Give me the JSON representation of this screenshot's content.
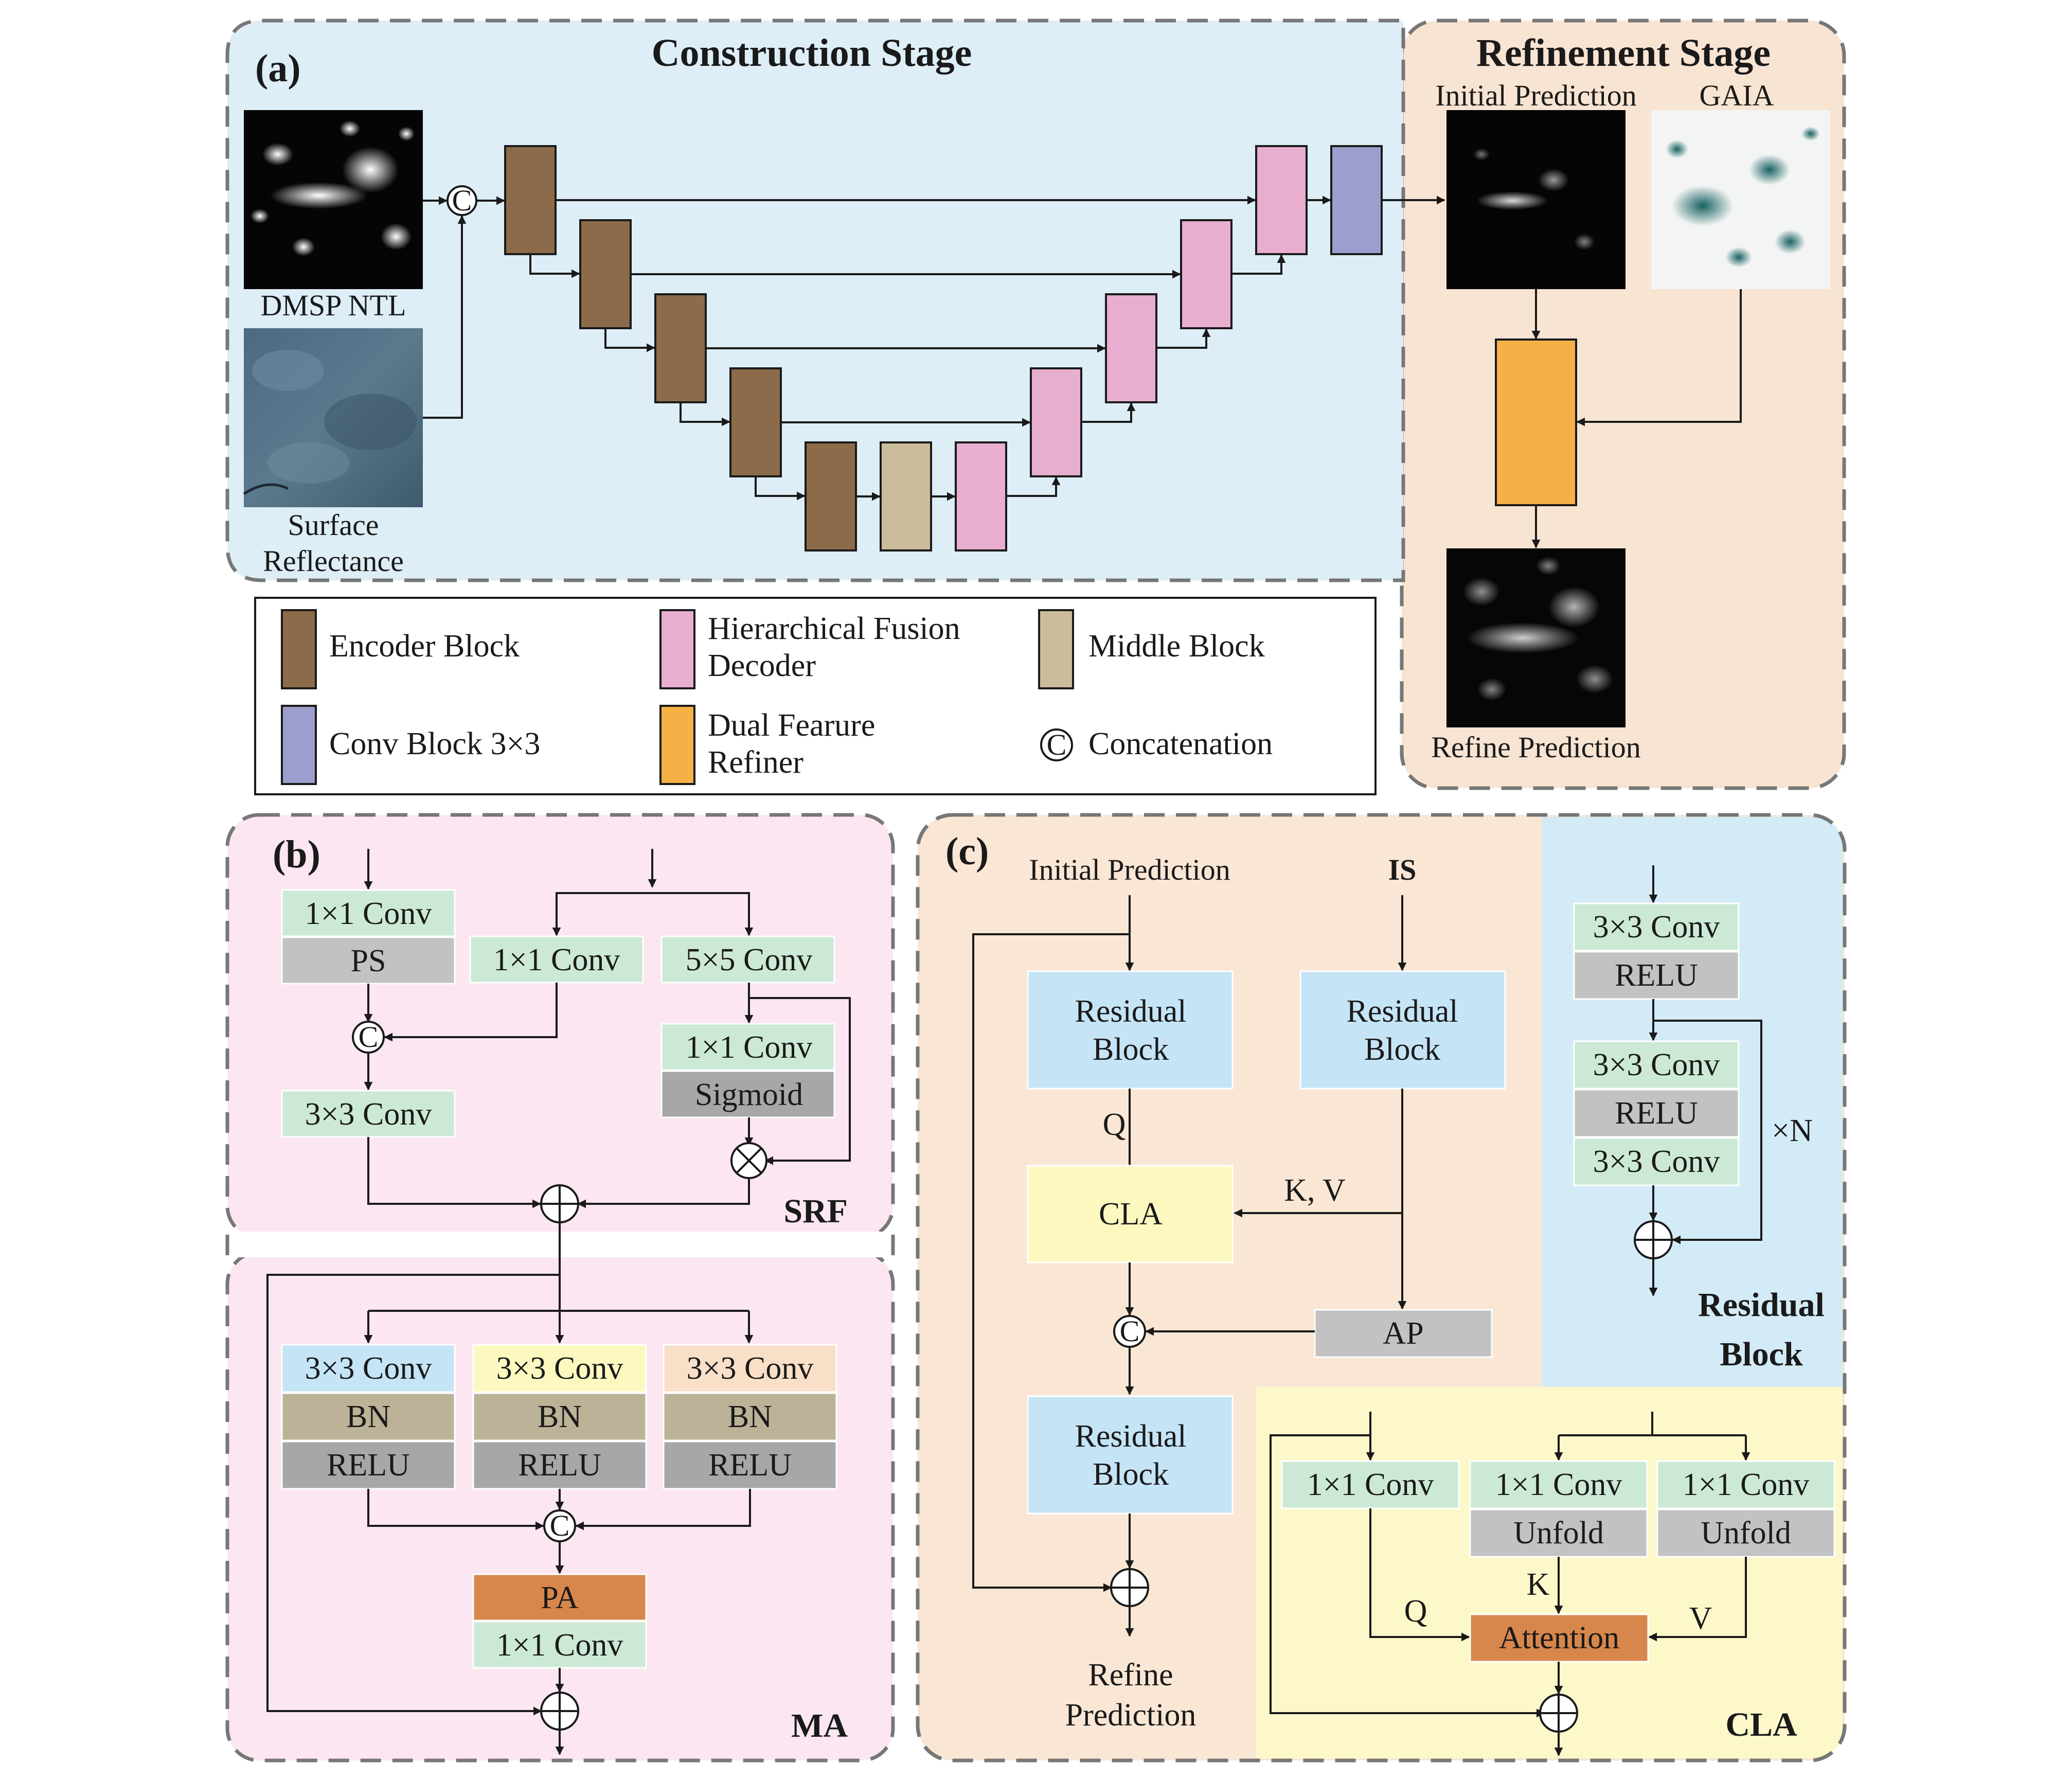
{
  "colors": {
    "construction_bg": "#ddeef7",
    "refinement_bg": "#f8e4d2",
    "panel_b_bg": "#fbe6f1",
    "panel_c_bg": "#f9e6d4",
    "residual_bg": "#d3ebf6",
    "cla_bg": "#fdf8c9",
    "encoder": "#8b6b4a",
    "decoder": "#e8aed0",
    "middle": "#cbbd9c",
    "conv3": "#9c9fcd",
    "refiner": "#f5b145",
    "conv_green": "#cce9d5",
    "gray_block": "#c2c2c2",
    "bn": "#bcb297",
    "pa": "#d8874c",
    "attention": "#d8874c",
    "res_block": "#c5e4f6",
    "cla_block": "#fdf8c0"
  },
  "panel_a": {
    "tag": "(a)",
    "construction_title": "Construction Stage",
    "refinement_title": "Refinement Stage",
    "inputs": {
      "dmsp": "DMSP NTL",
      "surface_1": "Surface",
      "surface_2": "Reflectance"
    },
    "concat_symbol": "C",
    "refinement_labels": {
      "initial": "Initial Prediction",
      "gaia": "GAIA",
      "refine": "Refine Prediction"
    }
  },
  "legend": {
    "encoder": "Encoder Block",
    "decoder_1": "Hierarchical Fusion",
    "decoder_2": "Decoder",
    "middle": "Middle Block",
    "conv3": "Conv Block 3×3",
    "refiner_1": "Dual Fearure",
    "refiner_2": "Refiner",
    "concat_symbol": "C",
    "concat": "Concatenation"
  },
  "panel_b": {
    "tag": "(b)",
    "srf": {
      "name": "SRF",
      "conv1x1_a": "1×1 Conv",
      "ps": "PS",
      "conv1x1_b": "1×1 Conv",
      "conv5x5": "5×5 Conv",
      "conv1x1_c": "1×1 Conv",
      "sigmoid": "Sigmoid",
      "conv3x3": "3×3 Conv",
      "concat_symbol": "C"
    },
    "ma": {
      "name": "MA",
      "branches": [
        {
          "conv": "3×3 Conv",
          "bn": "BN",
          "act": "RELU"
        },
        {
          "conv": "3×3 Conv",
          "bn": "BN",
          "act": "RELU"
        },
        {
          "conv": "3×3 Conv",
          "bn": "BN",
          "act": "RELU"
        }
      ],
      "concat_symbol": "C",
      "pa": "PA",
      "conv1x1": "1×1 Conv"
    }
  },
  "panel_c": {
    "tag": "(c)",
    "initial_prediction": "Initial Prediction",
    "is_label": "IS",
    "residual_block_1": "Residual",
    "residual_block_2": "Block",
    "q": "Q",
    "kv": "K, V",
    "cla": "CLA",
    "ap": "AP",
    "concat_symbol": "C",
    "refine_1": "Refine",
    "refine_2": "Prediction",
    "residual_detail": {
      "title_1": "Residual",
      "title_2": "Block",
      "conv_a": "3×3 Conv",
      "relu_a": "RELU",
      "conv_b": "3×3 Conv",
      "relu_b": "RELU",
      "conv_c": "3×3 Conv",
      "repeat": "×N"
    },
    "cla_detail": {
      "title": "CLA",
      "conv_q": "1×1 Conv",
      "conv_k": "1×1 Conv",
      "unfold_k": "Unfold",
      "conv_v": "1×1 Conv",
      "unfold_v": "Unfold",
      "q": "Q",
      "k": "K",
      "v": "V",
      "attention": "Attention"
    }
  }
}
